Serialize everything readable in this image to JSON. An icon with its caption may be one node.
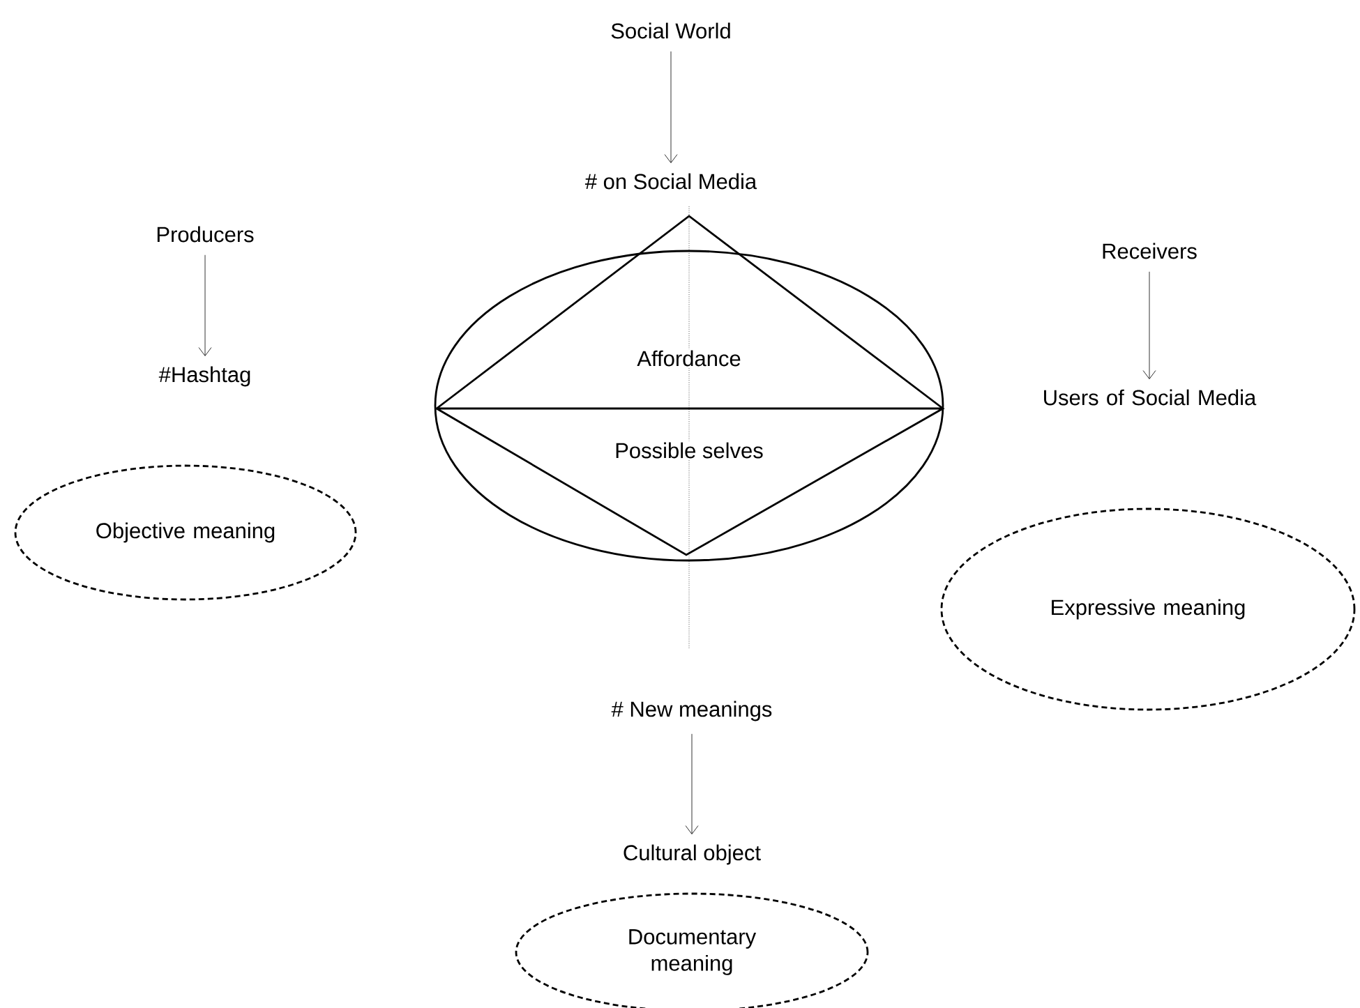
{
  "diagram": {
    "nodes": [
      {
        "text": [
          "Social World"
        ]
      },
      {
        "text": [
          "# on Social Media"
        ]
      },
      {
        "text": [
          "Producers"
        ]
      },
      {
        "text": [
          "#Hashtag"
        ]
      },
      {
        "text": [
          "Objective meaning"
        ]
      },
      {
        "text": [
          "Receivers"
        ]
      },
      {
        "text": [
          "Users of Social Media"
        ]
      },
      {
        "text": [
          "Expressive meaning"
        ]
      },
      {
        "text": [
          "Affordance",
          "Possible selves"
        ]
      },
      {
        "text": [
          "# New meanings"
        ]
      },
      {
        "text": [
          "Cultural object"
        ]
      },
      {
        "text": [
          "Documentary meaning"
        ]
      }
    ],
    "edges": [
      {
        "from": 0,
        "to": 1,
        "arrow": "to"
      },
      {
        "from": 2,
        "to": 3,
        "arrow": "to"
      },
      {
        "from": 5,
        "to": 6,
        "arrow": "to"
      },
      {
        "from": 9,
        "to": 10,
        "arrow": "to"
      }
    ]
  }
}
